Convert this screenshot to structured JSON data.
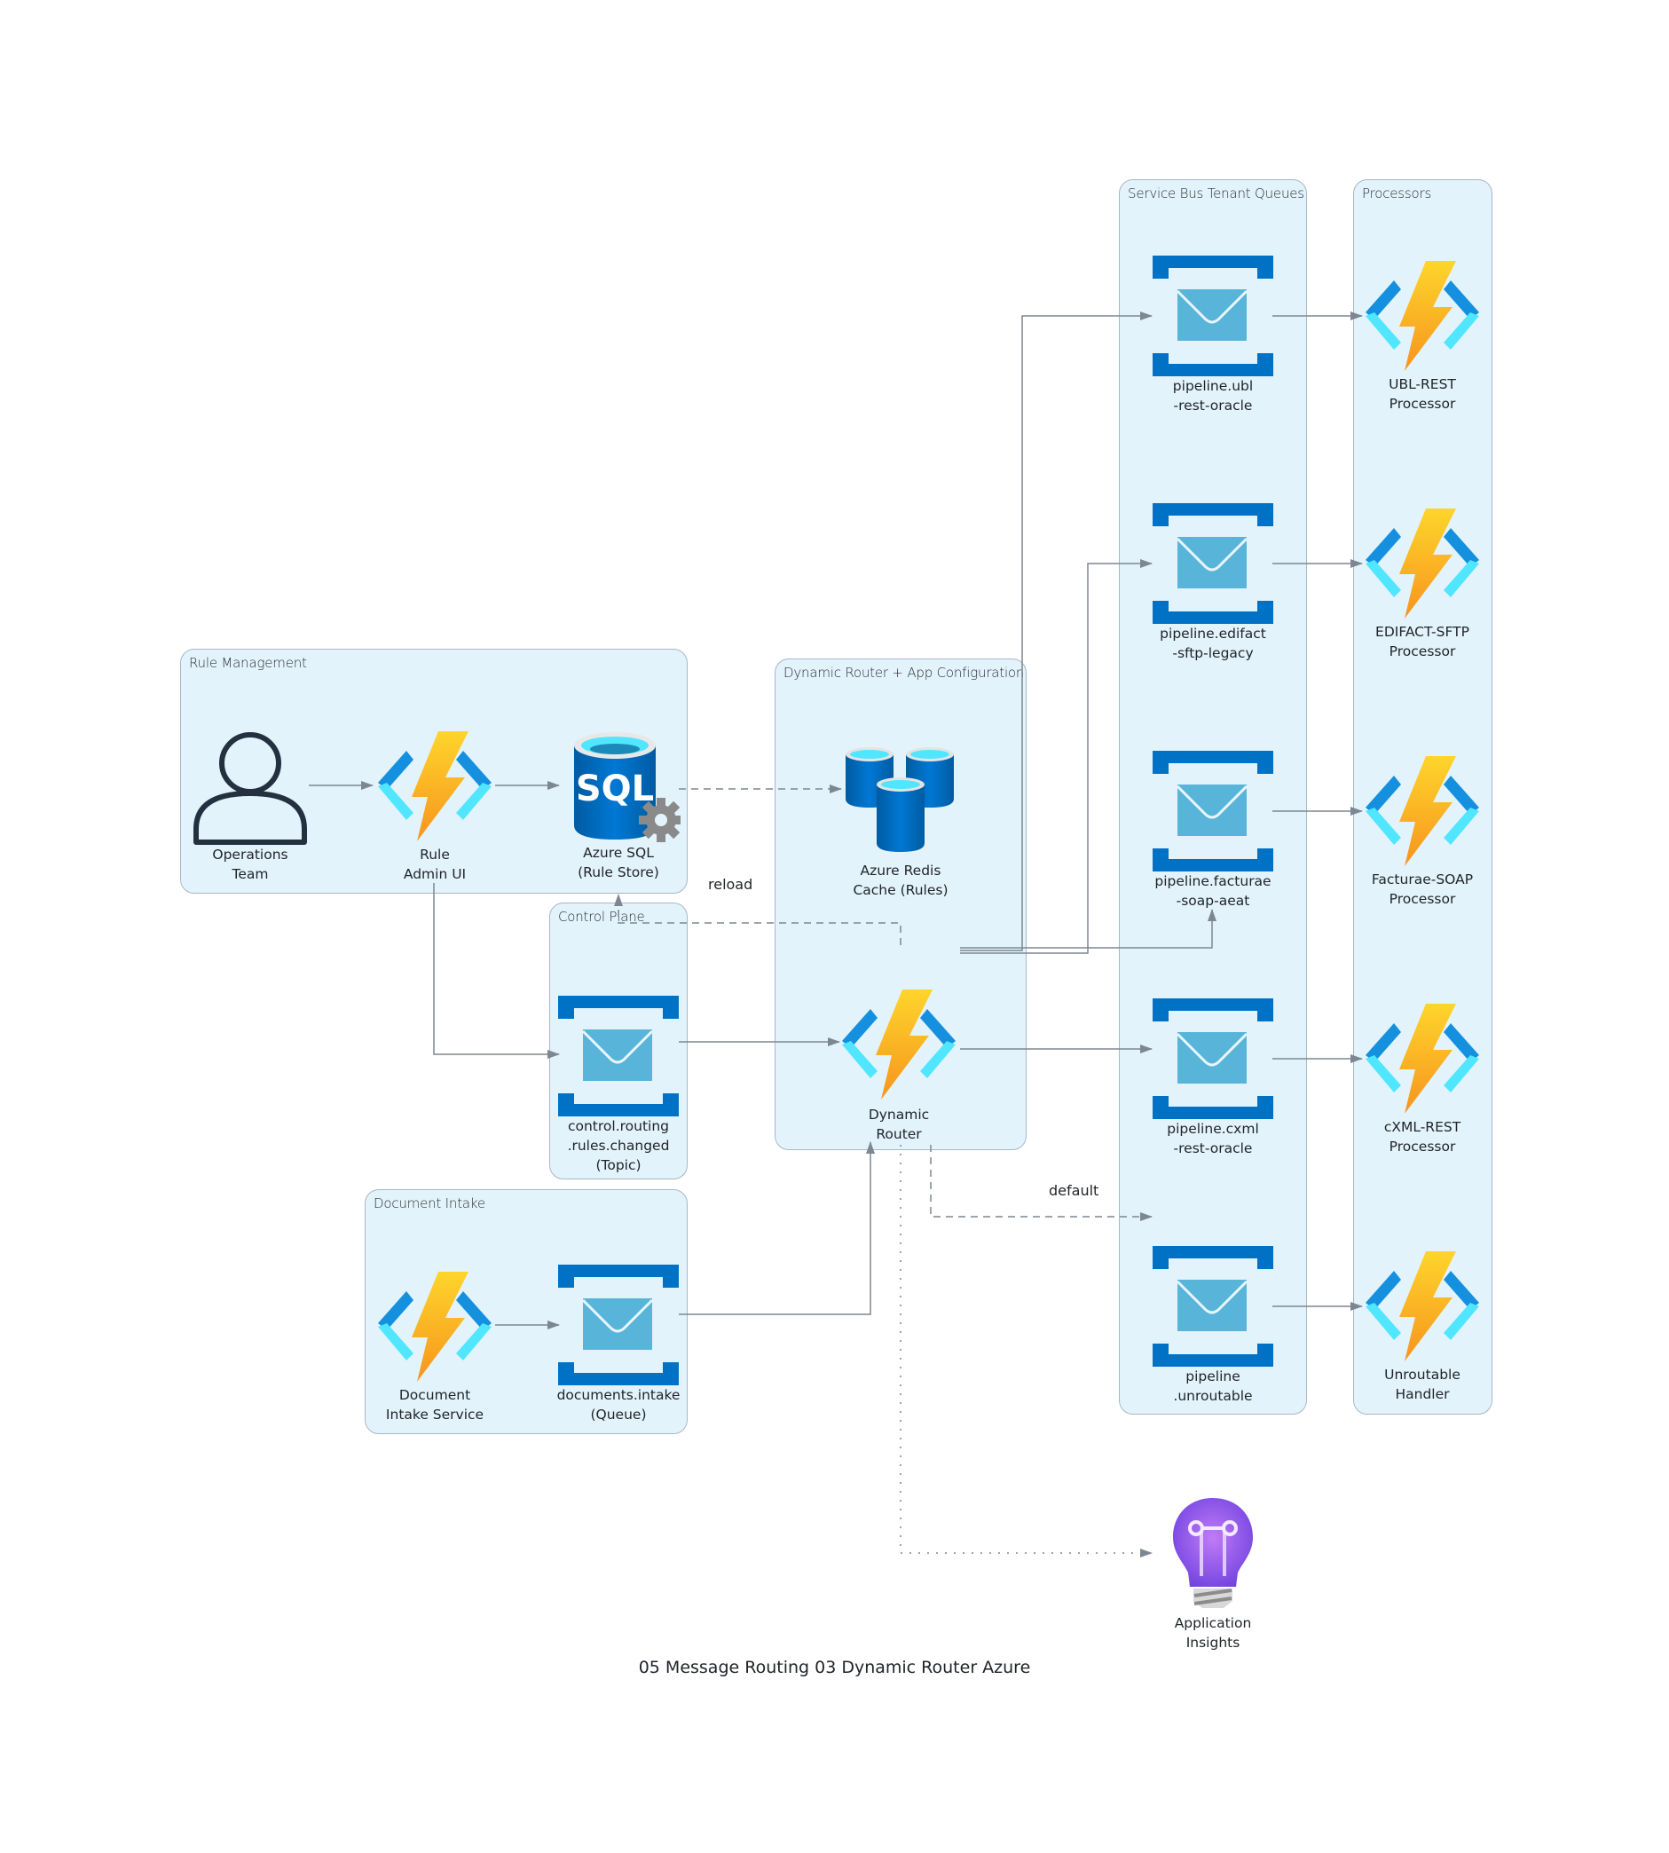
{
  "diagram_title": "05 Message Routing 03 Dynamic Router Azure",
  "clusters": {
    "rule_management": "Rule Management",
    "dynamic_router": "Dynamic Router + App Configuration",
    "control_plane": "Control Plane",
    "document_intake": "Document Intake",
    "tenant_queues": "Service Bus Tenant Queues",
    "processors": "Processors"
  },
  "nodes": {
    "operations_team": {
      "label": "Operations\nTeam",
      "icon": "user-icon"
    },
    "rule_admin_ui": {
      "label": "Rule\nAdmin UI",
      "icon": "azure-function-icon"
    },
    "azure_sql": {
      "label": "Azure SQL\n(Rule Store)",
      "icon": "azure-sql-icon"
    },
    "redis_cache": {
      "label": "Azure Redis\nCache (Rules)",
      "icon": "redis-cache-icon"
    },
    "control_topic": {
      "label": "control.routing\n.rules.changed\n(Topic)",
      "icon": "service-bus-icon"
    },
    "dynamic_router": {
      "label": "Dynamic\nRouter",
      "icon": "azure-function-icon"
    },
    "doc_intake_service": {
      "label": "Document\nIntake Service",
      "icon": "azure-function-icon"
    },
    "documents_intake": {
      "label": "documents.intake\n(Queue)",
      "icon": "service-bus-icon"
    },
    "queues": [
      {
        "label": "pipeline.ubl\n-rest-oracle"
      },
      {
        "label": "pipeline.edifact\n-sftp-legacy"
      },
      {
        "label": "pipeline.facturae\n-soap-aeat"
      },
      {
        "label": "pipeline.cxml\n-rest-oracle"
      },
      {
        "label": "pipeline\n.unroutable"
      }
    ],
    "processors": [
      {
        "label": "UBL-REST\nProcessor"
      },
      {
        "label": "EDIFACT-SFTP\nProcessor"
      },
      {
        "label": "Facturae-SOAP\nProcessor"
      },
      {
        "label": "cXML-REST\nProcessor"
      },
      {
        "label": "Unroutable\nHandler"
      }
    ],
    "app_insights": {
      "label": "Application\nInsights",
      "icon": "app-insights-icon"
    }
  },
  "edge_labels": {
    "reload": "reload",
    "default": "default"
  },
  "colors": {
    "cluster_fill": "#e3f3fc",
    "cluster_border": "#a9b7c4",
    "edge": "#7d8791",
    "service_bus_dark": "#0072c6",
    "service_bus_light": "#59b4d9",
    "function_bolt": "#fcb81a",
    "function_bracket_dark": "#1490df",
    "function_bracket_light": "#50e6ff",
    "insights_purple": "#8c52f0"
  }
}
